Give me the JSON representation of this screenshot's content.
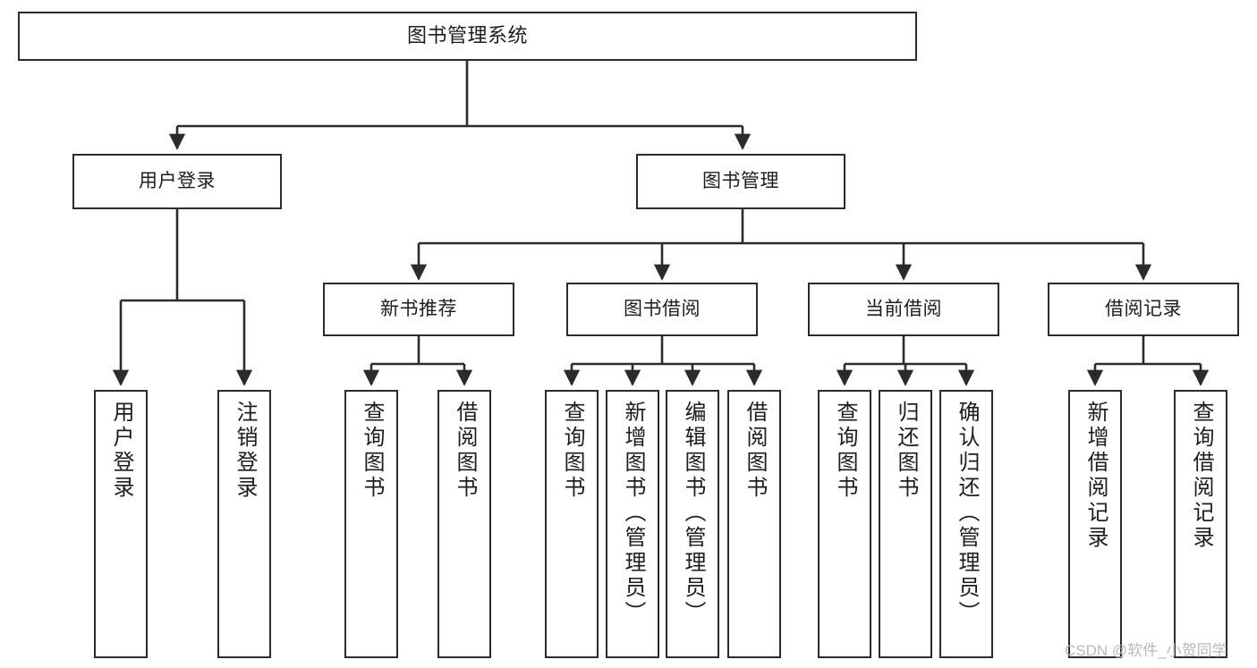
{
  "diagram": {
    "title": "图书管理系统",
    "type": "tree-hierarchy",
    "orientation": "top-down",
    "colors": {
      "box_border": "#2b2b2b",
      "box_fill": "#ffffff",
      "edge": "#2b2b2b",
      "text": "#1d1d1d",
      "watermark": "#b9b9b9",
      "background": "#ffffff"
    }
  },
  "nodes": {
    "root": {
      "label": "图书管理系统"
    },
    "level1": [
      {
        "label": "用户登录"
      },
      {
        "label": "图书管理"
      }
    ],
    "level2": [
      {
        "label": "新书推荐"
      },
      {
        "label": "图书借阅"
      },
      {
        "label": "当前借阅"
      },
      {
        "label": "借阅记录"
      }
    ],
    "leaves": {
      "user_login": [
        {
          "label": "用户登录"
        },
        {
          "label": "注销登录"
        }
      ],
      "new_book_recommend": [
        {
          "label": "查询图书"
        },
        {
          "label": "借阅图书"
        }
      ],
      "book_borrow": [
        {
          "label": "查询图书"
        },
        {
          "label": "新增图书（管理员）"
        },
        {
          "label": "编辑图书（管理员）"
        },
        {
          "label": "借阅图书"
        }
      ],
      "current_borrow": [
        {
          "label": "查询图书"
        },
        {
          "label": "归还图书"
        },
        {
          "label": "确认归还（管理员）"
        }
      ],
      "borrow_record": [
        {
          "label": "新增借阅记录"
        },
        {
          "label": "查询借阅记录"
        }
      ]
    }
  },
  "watermark": {
    "text": "CSDN @软件_小贺同学"
  }
}
